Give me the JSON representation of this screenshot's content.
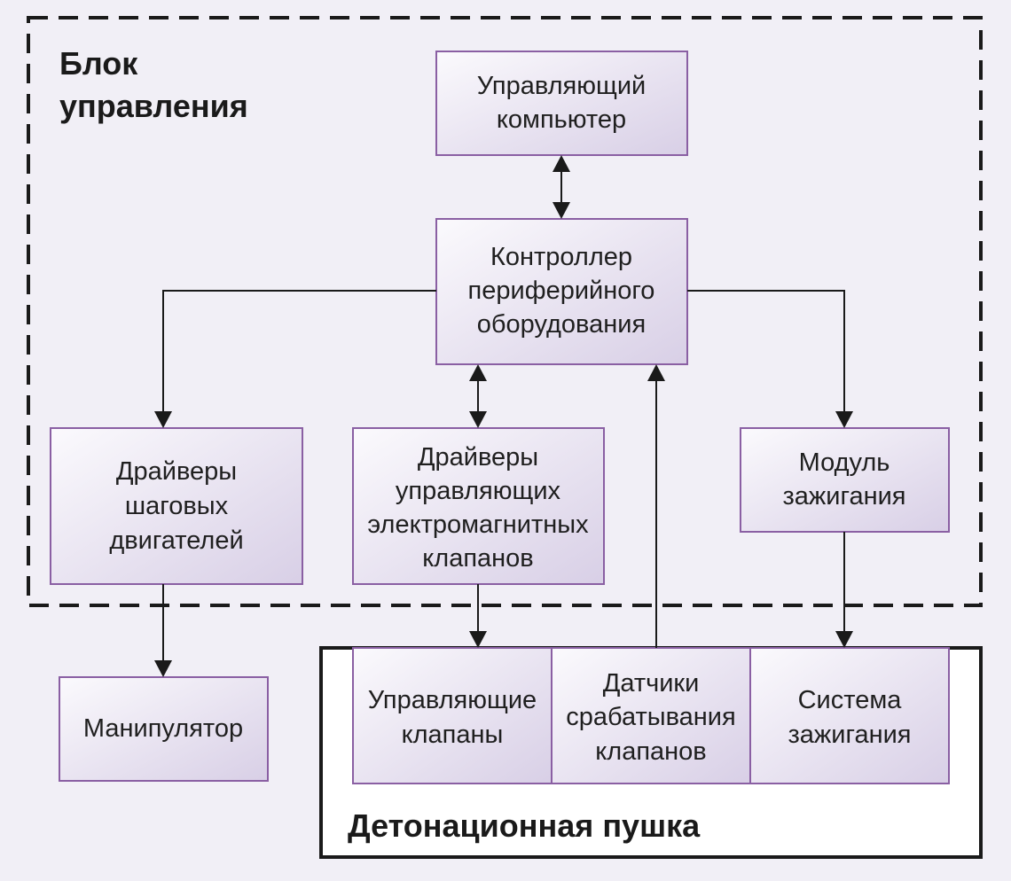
{
  "control_block": {
    "title_line1": "Блок",
    "title_line2": "управления"
  },
  "gun_block": {
    "title": "Детонационная пушка"
  },
  "boxes": {
    "computer": [
      "Управляющий",
      "компьютер"
    ],
    "controller": [
      "Контроллер",
      "периферийного",
      "оборудования"
    ],
    "stepper_drivers": [
      "Драйверы",
      "шаговых",
      "двигателей"
    ],
    "valve_drivers": [
      "Драйверы",
      "управляющих",
      "электромагнитных",
      "клапанов"
    ],
    "ignition_module": [
      "Модуль",
      "зажигания"
    ],
    "manipulator": [
      "Манипулятор"
    ],
    "control_valves": [
      "Управляющие",
      "клапаны"
    ],
    "valve_sensors": [
      "Датчики",
      "срабатывания",
      "клапанов"
    ],
    "ignition_system": [
      "Система",
      "зажигания"
    ]
  },
  "colors": {
    "background": "#f1eff6",
    "box_border": "#8a5fa3",
    "box_fill_light": "#fbfafd",
    "box_fill_dark": "#d8cfe6",
    "lines": "#1a1a1a"
  }
}
